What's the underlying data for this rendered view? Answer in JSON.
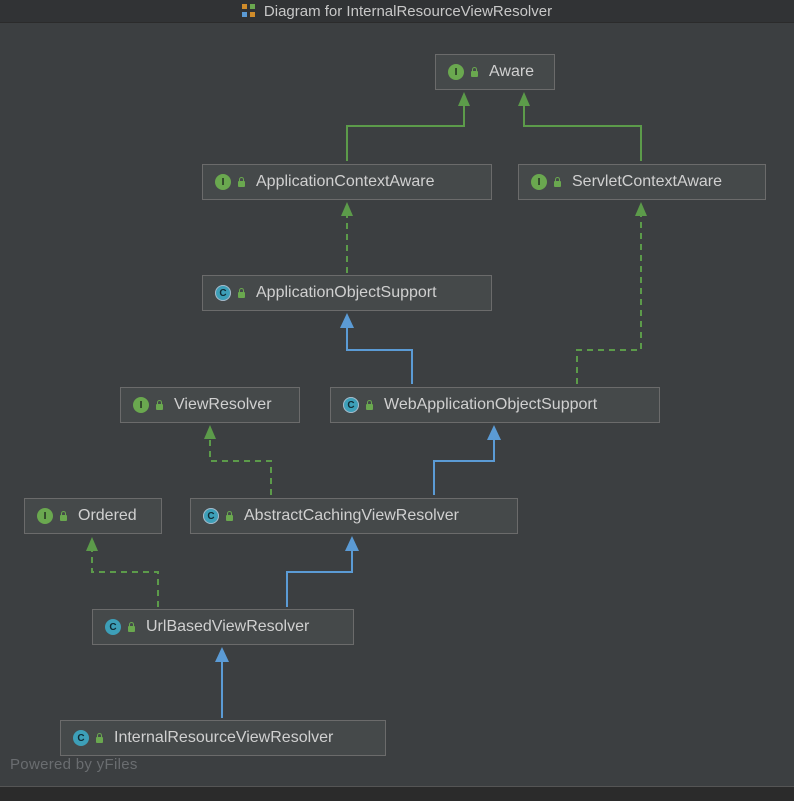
{
  "window": {
    "title": "Diagram for InternalResourceViewResolver"
  },
  "nodes": {
    "aware": {
      "label": "Aware",
      "kind": "I"
    },
    "application_context_aware": {
      "label": "ApplicationContextAware",
      "kind": "I"
    },
    "servlet_context_aware": {
      "label": "ServletContextAware",
      "kind": "I"
    },
    "application_object_support": {
      "label": "ApplicationObjectSupport",
      "kind": "C"
    },
    "view_resolver": {
      "label": "ViewResolver",
      "kind": "I"
    },
    "web_application_object_support": {
      "label": "WebApplicationObjectSupport",
      "kind": "C"
    },
    "ordered": {
      "label": "Ordered",
      "kind": "I"
    },
    "abstract_caching_view_resolver": {
      "label": "AbstractCachingViewResolver",
      "kind": "C"
    },
    "url_based_view_resolver": {
      "label": "UrlBasedViewResolver",
      "kind": "C"
    },
    "internal_resource_view_resolver": {
      "label": "InternalResourceViewResolver",
      "kind": "C"
    }
  },
  "footer": {
    "powered_by": "Powered by yFiles"
  },
  "colors": {
    "interface_green": "#6aa84f",
    "class_teal": "#3d9fb8",
    "extends_blue": "#5b9bd5",
    "implements_green": "#5c9b4a",
    "background": "#3c3f41"
  }
}
